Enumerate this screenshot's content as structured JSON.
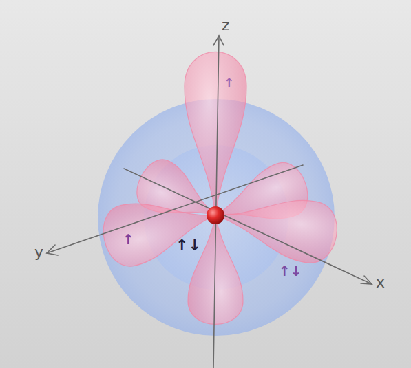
{
  "diagram": {
    "labels": [
      "z",
      "↑",
      "y",
      "↑",
      "↑↓",
      "↑↓",
      "x"
    ]
  }
}
